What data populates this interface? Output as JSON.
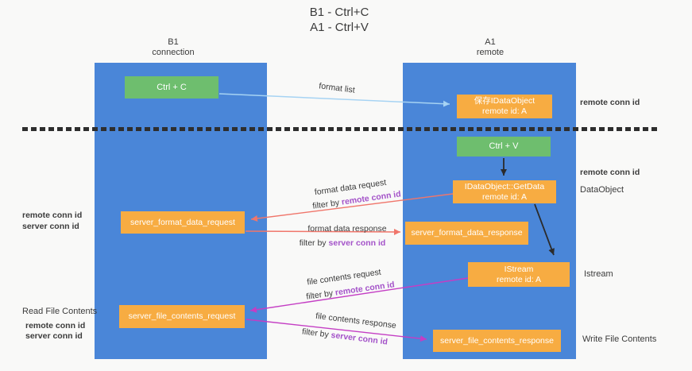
{
  "colors": {
    "bg": "#f9f9f8",
    "column_blue": "#4a86d8",
    "box_green": "#6ebe6e",
    "box_orange": "#f7ac42",
    "arrow_blue": "#a6d3f3",
    "arrow_red": "#f0766b",
    "arrow_magenta": "#c43ec4",
    "arrow_black": "#2b2b2b",
    "text_purple": "#a453c9",
    "text_green": "#5db961",
    "text_dark": "#3b3b3b",
    "dash": "#2e2e2e"
  },
  "title": {
    "line1": "B1 - Ctrl+C",
    "line2": "A1 - Ctrl+V"
  },
  "columns": {
    "left": {
      "title": "B1",
      "subtitle": "connection"
    },
    "right": {
      "title": "A1",
      "subtitle": "remote"
    }
  },
  "nodes": {
    "ctrl_c": {
      "label": "Ctrl + C"
    },
    "ctrl_v": {
      "label": "Ctrl + V"
    },
    "save_dataobject": {
      "line1": "保存IDataObject",
      "line2": "remote id: A"
    },
    "getdata": {
      "line1": "IDataObject::GetData",
      "line2": "remote id: A"
    },
    "istream": {
      "line1": "IStream",
      "line2": "remote id: A"
    },
    "server_format_data_request": {
      "label": "server_format_data_request"
    },
    "server_format_data_response": {
      "label": "server_format_data_response"
    },
    "server_file_contents_request": {
      "label": "server_file_contents_request"
    },
    "server_file_contents_response": {
      "label": "server_file_contents_response"
    }
  },
  "arrow_labels": {
    "format_list": "format list",
    "format_data_request": "format data request",
    "format_data_response": "format data response",
    "file_contents_request": "file contents request",
    "file_contents_response": "file contents response",
    "filter_by": "filter by",
    "remote_conn_id": "remote conn id",
    "server_conn_id": "server conn id"
  },
  "annotations": {
    "remote_conn_id": "remote conn id",
    "server_conn_id": "server conn id",
    "dataobject": "DataObject",
    "istream": "Istream",
    "read_file_contents": "Read File Contents",
    "write_file_contents": "Write File Contents"
  }
}
